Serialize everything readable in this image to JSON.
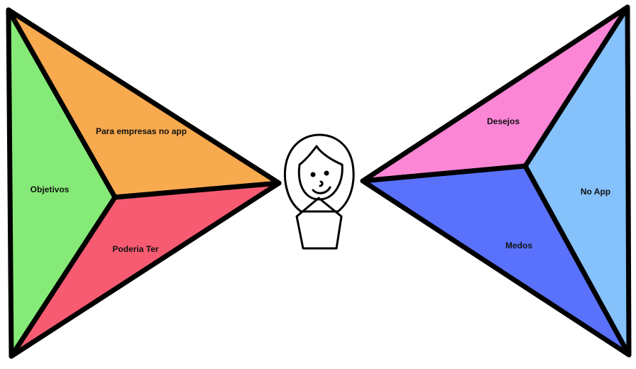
{
  "colors": {
    "objetivos": "#86ea78",
    "para_empresas": "#f8aa4e",
    "poderia_ter": "#f65b72",
    "desejos": "#fb86d6",
    "no_app": "#85c1fb",
    "medos": "#5a72fb",
    "outline": "#000000",
    "background": "#ffffff"
  },
  "left_wing": {
    "objetivos": "Objetivos",
    "para_empresas": "Para empresas no app",
    "poderia_ter": "Poderia Ter"
  },
  "right_wing": {
    "desejos": "Desejos",
    "no_app": "No App",
    "medos": "Medos"
  },
  "center": {
    "figure_icon": "person-icon"
  }
}
